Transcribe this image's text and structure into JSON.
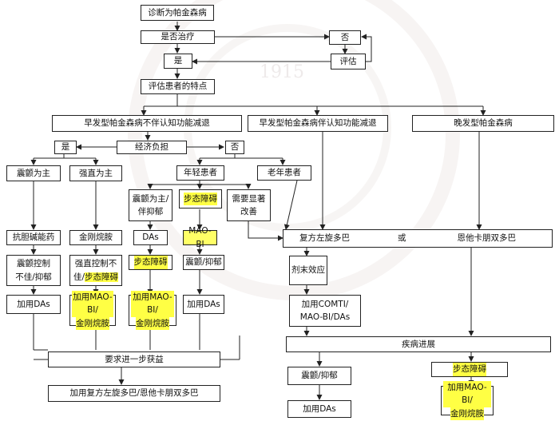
{
  "nodes": {
    "diagnosis": "诊断为帕金森病",
    "treat_q": "是否治疗",
    "no_top": "否",
    "yes_top": "是",
    "evaluate": "评估",
    "assess": "评估患者的特点",
    "early_no_cog": "早发型帕金森病不伴认知功能减退",
    "early_cog": "早发型帕金森病伴认知功能减退",
    "late": "晚发型帕金森病",
    "yes_econ": "是",
    "econ": "经济负担",
    "no_econ": "否",
    "tremor_main": "震颤为主",
    "rigid_main": "强直为主",
    "young": "年轻患者",
    "old": "老年患者",
    "tremor_dep_1": "震颤为主/",
    "tremor_dep_2": "伴抑郁",
    "gait_1": "步态障碍",
    "need_1": "需要显著",
    "need_2": "改善",
    "anticholinergic": "抗胆碱能药",
    "amantadine": "金刚烷胺",
    "das": "DAs",
    "maobi": "MAO-BI",
    "levodopa": "复方左旋多巴",
    "or": "或",
    "entacapone": "恩他卡朋双多巴",
    "tremor_ctrl_1": "震颤控制",
    "tremor_ctrl_2": "不佳/抑郁",
    "rigid_ctrl_1": "强直控制不",
    "rigid_ctrl_2a": "佳/",
    "rigid_ctrl_2b": "步态障碍",
    "gait_2": "步态障碍",
    "tremor_dep_3": "震颤/抑郁",
    "wearing_off": "剂末效应",
    "add_das_1": "加用DAs",
    "add_mao_am_a_1": "加用MAO-BI/",
    "add_mao_am_a_2": "金刚烷胺",
    "add_mao_am_b_1": "加用MAO-BI/",
    "add_mao_am_b_2": "金刚烷胺",
    "add_das_2": "加用DAs",
    "add_comt_1": "加用COMTI/",
    "add_comt_2": "MAO-BI/DAs",
    "progression": "疾病进展",
    "further_benefit": "要求进一步获益",
    "add_levodopa": "加用复方左旋多巴/恩他卡朋双多巴",
    "tremor_dep_4": "震颤/抑郁",
    "gait_3": "步态障碍",
    "add_das_3": "加用DAs",
    "add_mao_am_c_1": "加用MAO-BI/",
    "add_mao_am_c_2": "金刚烷胺"
  },
  "colors": {
    "highlight": "#ffff44",
    "line": "#222222"
  },
  "watermark": {
    "year": "1915"
  }
}
